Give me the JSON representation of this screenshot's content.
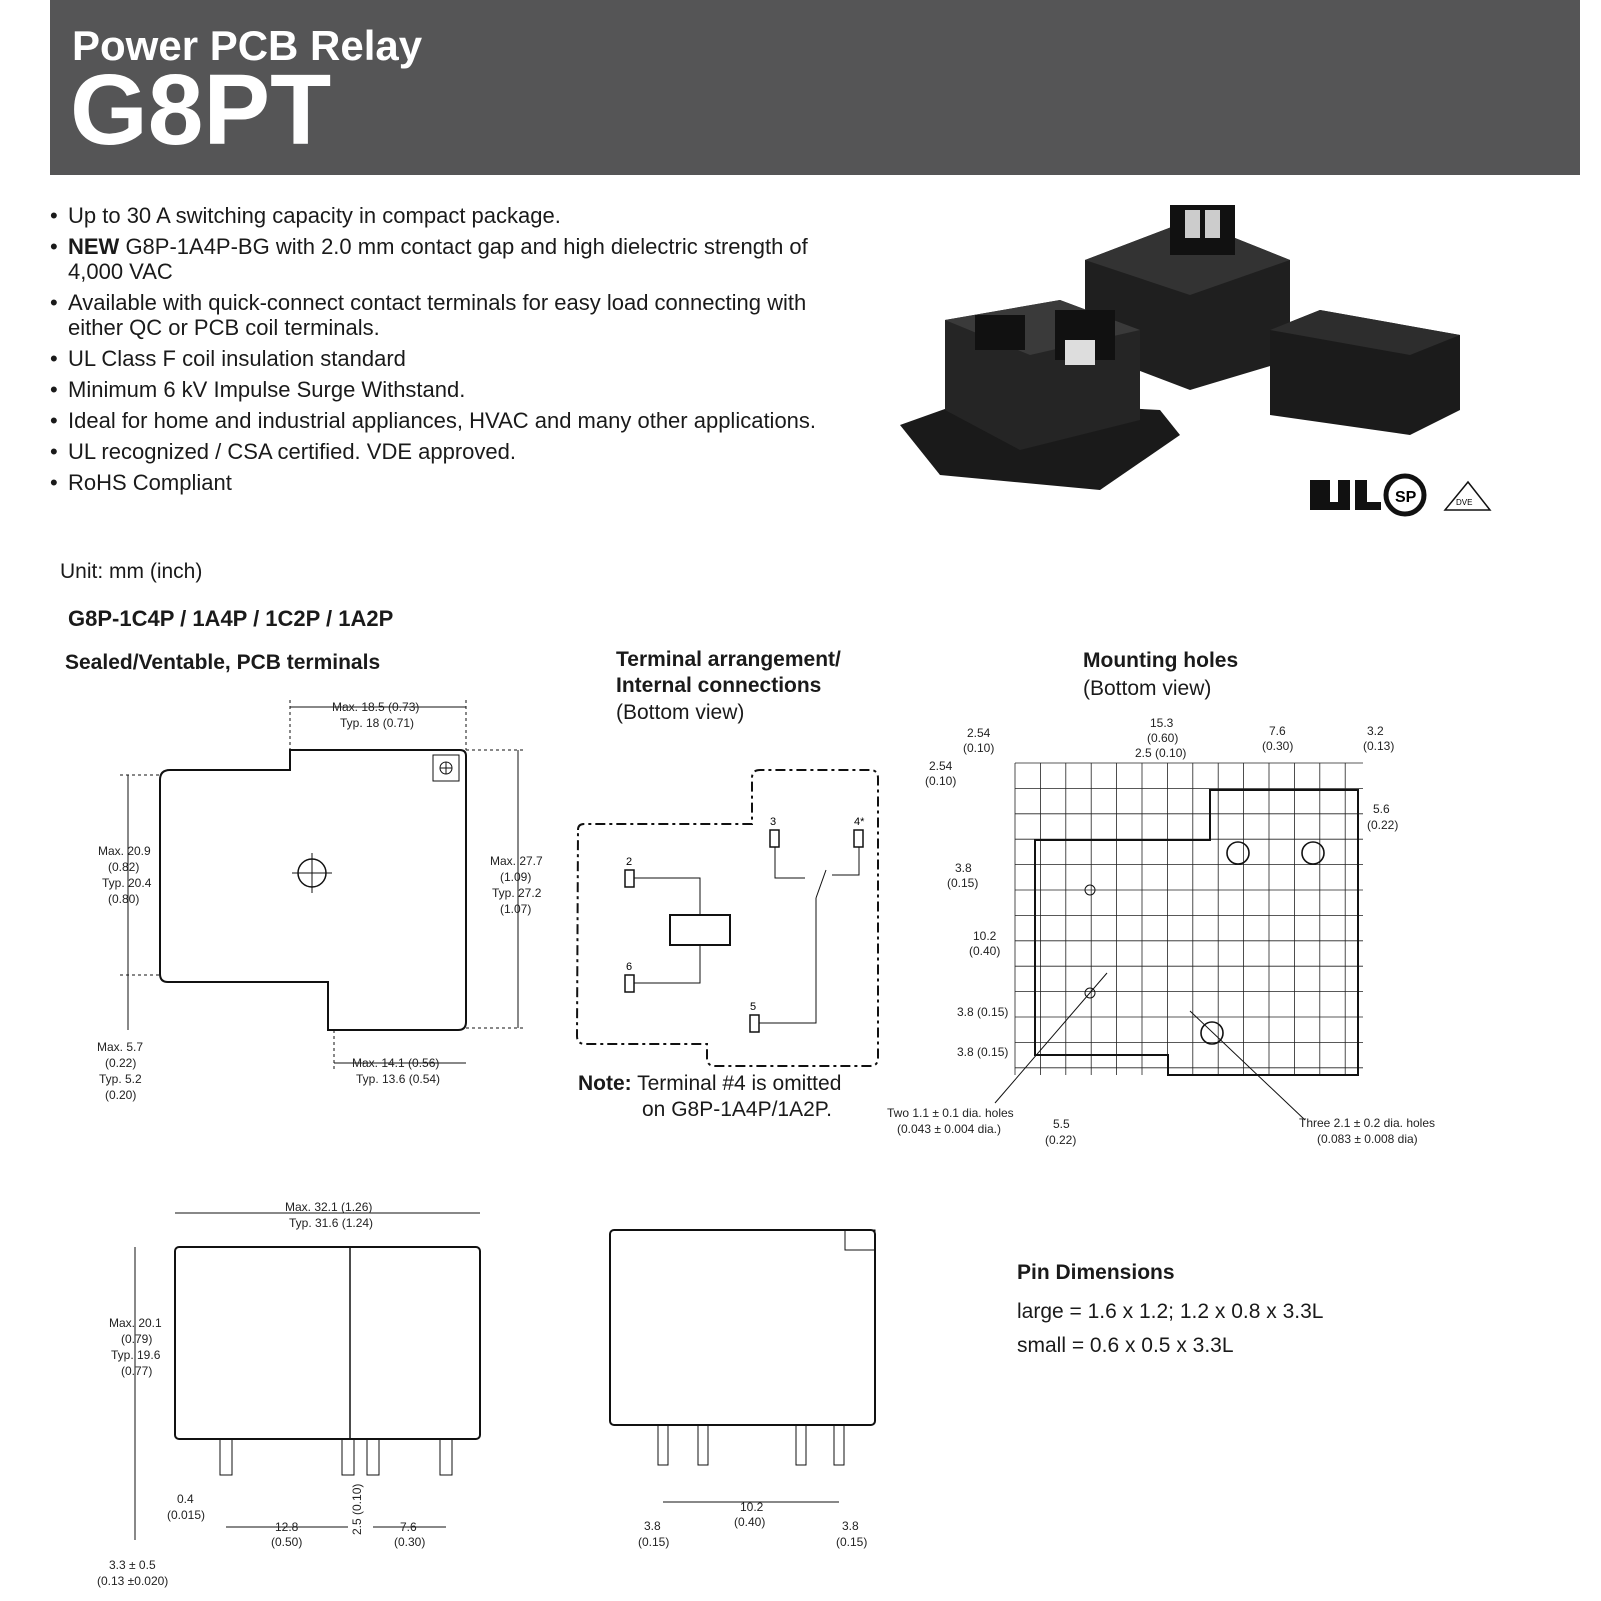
{
  "header": {
    "subtitle": "Power PCB Relay",
    "title": "G8PT"
  },
  "features": [
    {
      "lead": "",
      "text": "Up to 30 A switching capacity in compact package."
    },
    {
      "lead": "NEW",
      "text": " G8P-1A4P-BG with 2.0 mm contact gap and high dielectric strength of 4,000 VAC"
    },
    {
      "lead": "",
      "text": "Available with quick-connect contact terminals for easy load connecting with either QC or PCB coil terminals."
    },
    {
      "lead": "",
      "text": "UL Class F coil insulation standard"
    },
    {
      "lead": "",
      "text": "Minimum 6 kV Impulse Surge Withstand."
    },
    {
      "lead": "",
      "text": "Ideal for home and industrial appliances, HVAC and many other applications."
    },
    {
      "lead": "",
      "text": "UL recognized / CSA certified. VDE approved."
    },
    {
      "lead": "",
      "text": "RoHS Compliant"
    }
  ],
  "unit_note": "Unit: mm (inch)",
  "models": "G8P-1C4P / 1A4P / 1C2P / 1A2P",
  "sections": {
    "sealed": "Sealed/Ventable, PCB terminals",
    "terminal_line1": "Terminal arrangement/",
    "terminal_line2": "Internal connections",
    "terminal_view": "(Bottom view)",
    "mounting": "Mounting holes",
    "mounting_view": "(Bottom view)"
  },
  "note": {
    "label": "Note:",
    "line1": " Terminal #4 is omitted",
    "line2": "on G8P-1A4P/1A2P."
  },
  "pins": {
    "title": "Pin Dimensions",
    "large": "large = 1.6 x 1.2; 1.2 x 0.8 x 3.3L",
    "small": "small = 0.6 x 0.5 x 3.3L"
  },
  "certs": {
    "ul": "UL",
    "csa": "SP",
    "vde": "DVE"
  },
  "dims": {
    "top_w1": "Max. 18.5 (0.73)",
    "top_w2": "Typ. 18 (0.71)",
    "left_h1": "Max. 20.9",
    "left_h2": "(0.82)",
    "left_h3": "Typ. 20.4",
    "left_h4": "(0.80)",
    "right_h1": "Max. 27.7",
    "right_h2": "(1.09)",
    "right_h3": "Typ. 27.2",
    "right_h4": "(1.07)",
    "bl1": "Max. 5.7",
    "bl2": "(0.22)",
    "bl3": "Typ. 5.2",
    "bl4": "(0.20)",
    "bw1": "Max. 14.1 (0.56)",
    "bw2": "Typ. 13.6 (0.54)",
    "t2": "2",
    "t6": "6",
    "t3": "3",
    "t4": "4*",
    "t5": "5",
    "m_254a": "2.54",
    "m_010a": "(0.10)",
    "m_153": "15.3",
    "m_060": "(0.60)",
    "m_25": "2.5 (0.10)",
    "m_76": "7.6",
    "m_030": "(0.30)",
    "m_32": "3.2",
    "m_013": "(0.13)",
    "m_254b": "2.54",
    "m_010b": "(0.10)",
    "m_56": "5.6",
    "m_022": "(0.22)",
    "m_38a": "3.8",
    "m_015a": "(0.15)",
    "m_102": "10.2",
    "m_040": "(0.40)",
    "m_38b": "3.8 (0.15)",
    "m_38c": "3.8 (0.15)",
    "m_two1": "Two 1.1 ± 0.1 dia. holes",
    "m_two2": "(0.043 ± 0.004 dia.)",
    "m_55": "5.5",
    "m_022b": "(0.22)",
    "m_three1": "Three 2.1 ± 0.2 dia. holes",
    "m_three2": "(0.083 ± 0.008 dia)",
    "s_w1": "Max. 32.1 (1.26)",
    "s_w2": "Typ. 31.6 (1.24)",
    "s_h1": "Max. 20.1",
    "s_h2": "(0.79)",
    "s_h3": "Typ. 19.6",
    "s_h4": "(0.77)",
    "s_04": "0.4",
    "s_0015": "(0.015)",
    "s_33": "3.3 ± 0.5",
    "s_013": "(0.13 ±0.020)",
    "s_128": "12.8",
    "s_050": "(0.50)",
    "s_25": "2.5 (0.10)",
    "s_76": "7.6",
    "s_030": "(0.30)",
    "e_38a": "3.8",
    "e_015a": "(0.15)",
    "e_102": "10.2",
    "e_040": "(0.40)",
    "e_38b": "3.8",
    "e_015b": "(0.15)"
  }
}
